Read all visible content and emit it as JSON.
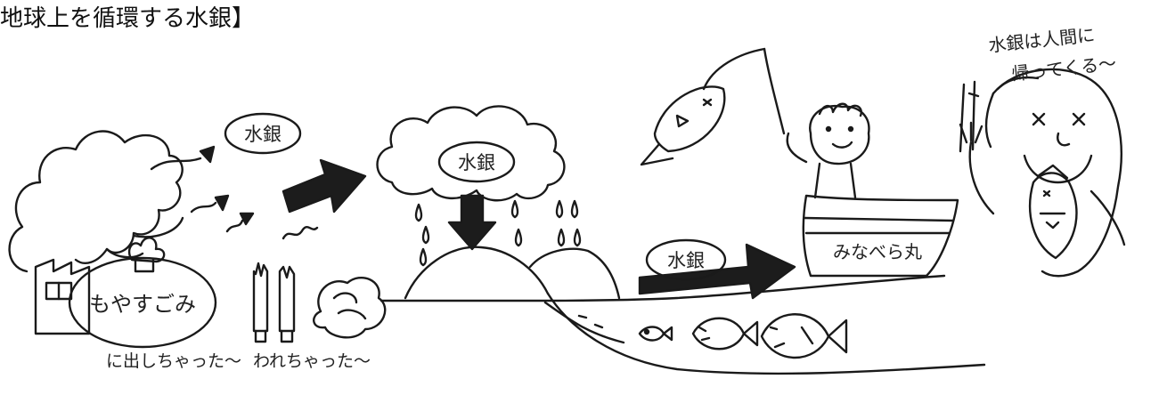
{
  "title": "地球上を循環する水銀】",
  "labels": {
    "mercury_air": "水銀",
    "mercury_cloud": "水銀",
    "mercury_sea": "水銀",
    "garbage_bag": "もやすごみ",
    "garbage_caption": "に出しちゃった〜",
    "broken_caption": "われちゃった〜",
    "boat_name": "みなべら丸",
    "return_note_line1": "水銀は人間に",
    "return_note_line2": "帰ってくる〜"
  },
  "colors": {
    "ink": "#1a1a1a",
    "arrow": "#1c1c1c",
    "paper": "#ffffff"
  }
}
